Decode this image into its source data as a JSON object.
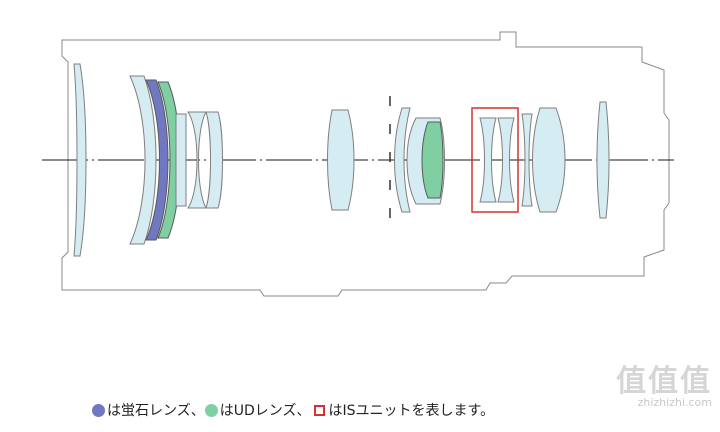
{
  "colors": {
    "fluorite": "#6f78c0",
    "ud": "#7fcfa2",
    "is_frame": "#d9302f",
    "lens_fill": "#d6ecf3",
    "lens_stroke": "#7f7f7f",
    "barrel": "#7a7a7a"
  },
  "legend": {
    "fluorite_text": "は蛍石レンズ、",
    "ud_text": "はUDレンズ、",
    "is_text": "はISユニットを表します。"
  },
  "watermark": {
    "logo": "值值值",
    "site": "zhizhizhi.com"
  }
}
